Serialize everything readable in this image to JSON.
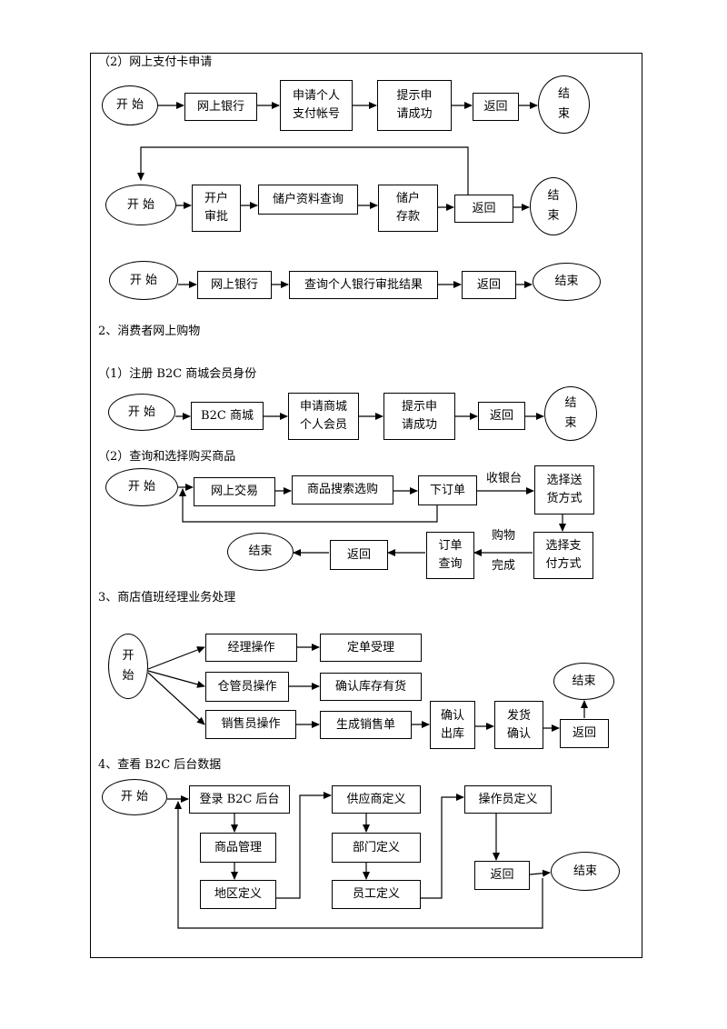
{
  "headings": {
    "h1": "（2）网上支付卡申请",
    "h2": "2、消费者网上购物",
    "h3": "（1）注册 B2C 商城会员身份",
    "h4": "（2）查询和选择购买商品",
    "h5": "3、商店值班经理业务处理",
    "h6": "4、查看 B2C 后台数据"
  },
  "flow1": {
    "start": "开  始",
    "b1": "网上银行",
    "b2": "申请个人\n支付帐号",
    "b3": "提示申\n请成功",
    "b4": "返回",
    "end": "结\n束"
  },
  "flow2": {
    "start": "开  始",
    "b1": "开户\n审批",
    "b2": "储户资料查询",
    "b3": "储户\n存款",
    "b4": "返回",
    "end": "结\n束"
  },
  "flow3": {
    "start": "开  始",
    "b1": "网上银行",
    "b2": "查询个人银行审批结果",
    "b3": "返回",
    "end": "结束"
  },
  "flow4": {
    "start": "开  始",
    "b1": "B2C 商城",
    "b2": "申请商城\n个人会员",
    "b3": "提示申\n请成功",
    "b4": "返回",
    "end": "结\n束"
  },
  "flow5": {
    "start": "开  始",
    "b1": "网上交易",
    "b2": "商品搜索选购",
    "b3": "下订单",
    "label_cashier": "收银台",
    "b4": "选择送\n货方式",
    "b5": "选择支\n付方式",
    "label_buy": "购物",
    "label_done": "完成",
    "b6": "订单\n查询",
    "b7": "返回",
    "end": "结束"
  },
  "flow6": {
    "start": "开\n始",
    "b1": "经理操作",
    "b2": "定单受理",
    "b3": "仓管员操作",
    "b4": "确认库存有货",
    "b5": "销售员操作",
    "b6": "生成销售单",
    "b7": "确认\n出库",
    "b8": "发货\n确认",
    "b9": "返回",
    "end": "结束"
  },
  "flow7": {
    "start": "开  始",
    "b1": "登录 B2C 后台",
    "b2": "商品管理",
    "b3": "地区定义",
    "b4": "供应商定义",
    "b5": "部门定义",
    "b6": "员工定义",
    "b7": "操作员定义",
    "b8": "返回",
    "end": "结束"
  }
}
